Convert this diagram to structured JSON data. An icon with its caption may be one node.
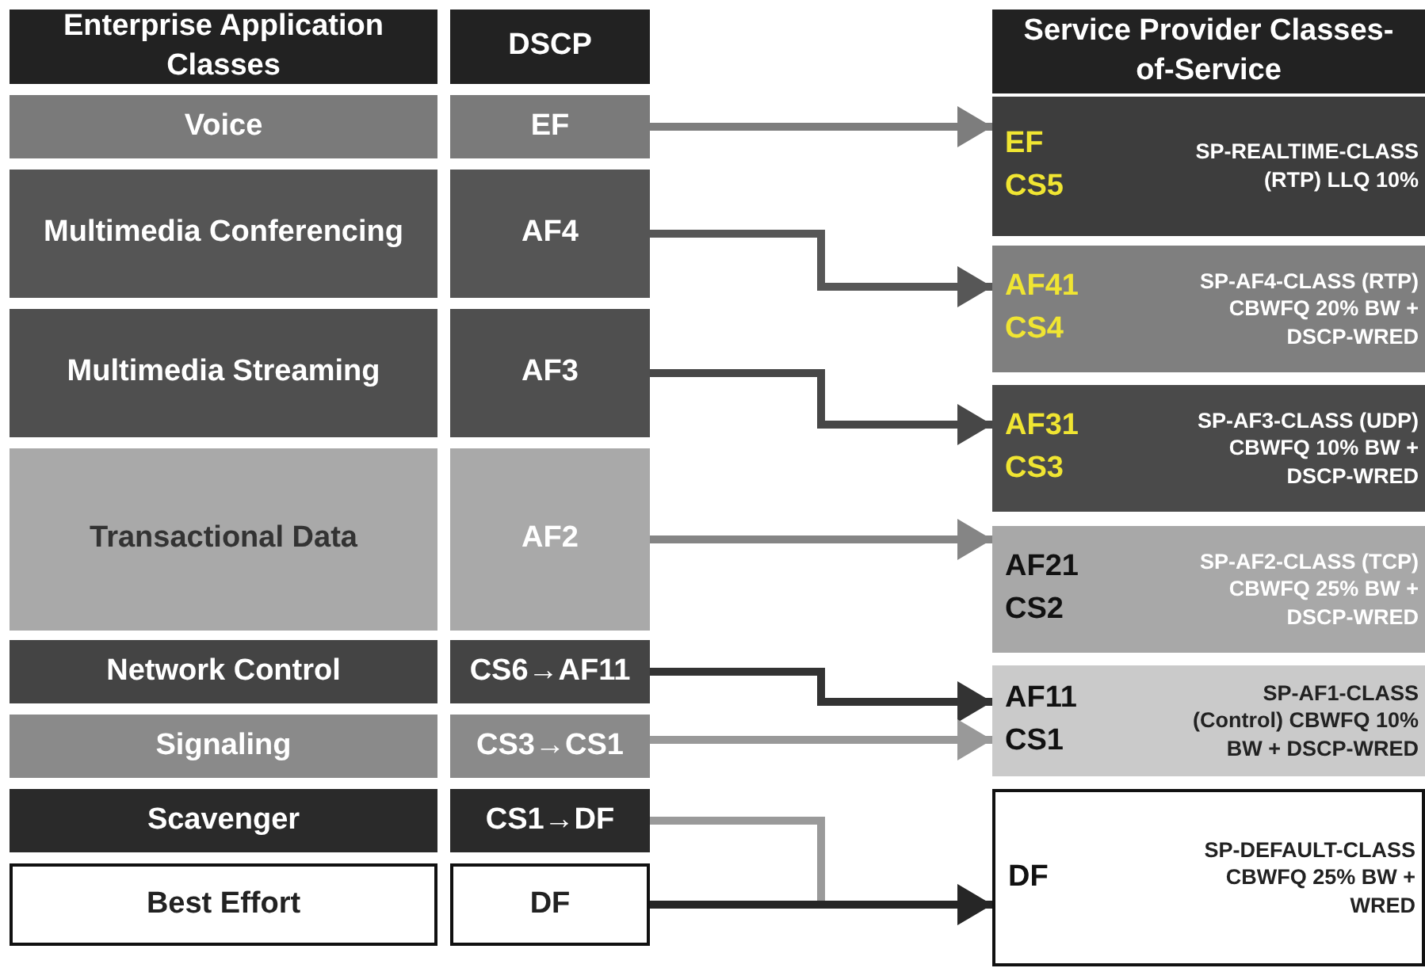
{
  "diagram": {
    "nodes": [
      {
        "text": [
          "Enterprise Application Classes"
        ]
      },
      {
        "text": [
          "DSCP"
        ]
      },
      {
        "text": [
          "Service Provider Classes-of-Service"
        ]
      },
      {
        "text": [
          "Voice"
        ]
      },
      {
        "text": [
          "EF"
        ]
      },
      {
        "text": [
          "Multimedia Conferencing"
        ]
      },
      {
        "text": [
          "AF4"
        ]
      },
      {
        "text": [
          "Multimedia Streaming"
        ]
      },
      {
        "text": [
          "AF3"
        ]
      },
      {
        "text": [
          "Transactional Data"
        ]
      },
      {
        "text": [
          "AF2"
        ]
      },
      {
        "text": [
          "Network Control"
        ]
      },
      {
        "text": [
          "CS6→AF11"
        ]
      },
      {
        "text": [
          "Signaling"
        ]
      },
      {
        "text": [
          "CS3→CS1"
        ]
      },
      {
        "text": [
          "Scavenger"
        ]
      },
      {
        "text": [
          "CS1→DF"
        ]
      },
      {
        "text": [
          "Best Effort"
        ]
      },
      {
        "text": [
          "DF"
        ]
      },
      {
        "text": [
          "EF",
          "CS5",
          "SP-REALTIME-CLASS (RTP) LLQ 10%"
        ]
      },
      {
        "text": [
          "AF41",
          "CS4",
          "SP-AF4-CLASS (RTP) CBWFQ 20% BW + DSCP-WRED"
        ]
      },
      {
        "text": [
          "AF31",
          "CS3",
          "SP-AF3-CLASS (UDP) CBWFQ 10% BW + DSCP-WRED"
        ]
      },
      {
        "text": [
          "AF21",
          "CS2",
          "SP-AF2-CLASS (TCP) CBWFQ 25% BW + DSCP-WRED"
        ]
      },
      {
        "text": [
          "AF11",
          "CS1",
          "SP-AF1-CLASS (Control) CBWFQ 10% BW + DSCP-WRED"
        ]
      },
      {
        "text": [
          "DF",
          "SP-DEFAULT-CLASS CBWFQ 25% BW + WRED"
        ]
      }
    ],
    "edges": [
      {
        "from": 4,
        "to": 19,
        "arrow": "to",
        "color": "#7d7d7d"
      },
      {
        "from": 6,
        "to": 20,
        "arrow": "to",
        "color": "#575757"
      },
      {
        "from": 8,
        "to": 21,
        "arrow": "to",
        "color": "#474747"
      },
      {
        "from": 10,
        "to": 22,
        "arrow": "to",
        "color": "#858585"
      },
      {
        "from": 12,
        "to": 23,
        "arrow": "to",
        "color": "#333333"
      },
      {
        "from": 14,
        "to": 23,
        "arrow": "to",
        "color": "#999999"
      },
      {
        "from": 16,
        "to": 24,
        "arrow": "to",
        "color": "#9a9a9a"
      },
      {
        "from": 18,
        "to": 24,
        "arrow": "to",
        "color": "#262626"
      }
    ]
  }
}
